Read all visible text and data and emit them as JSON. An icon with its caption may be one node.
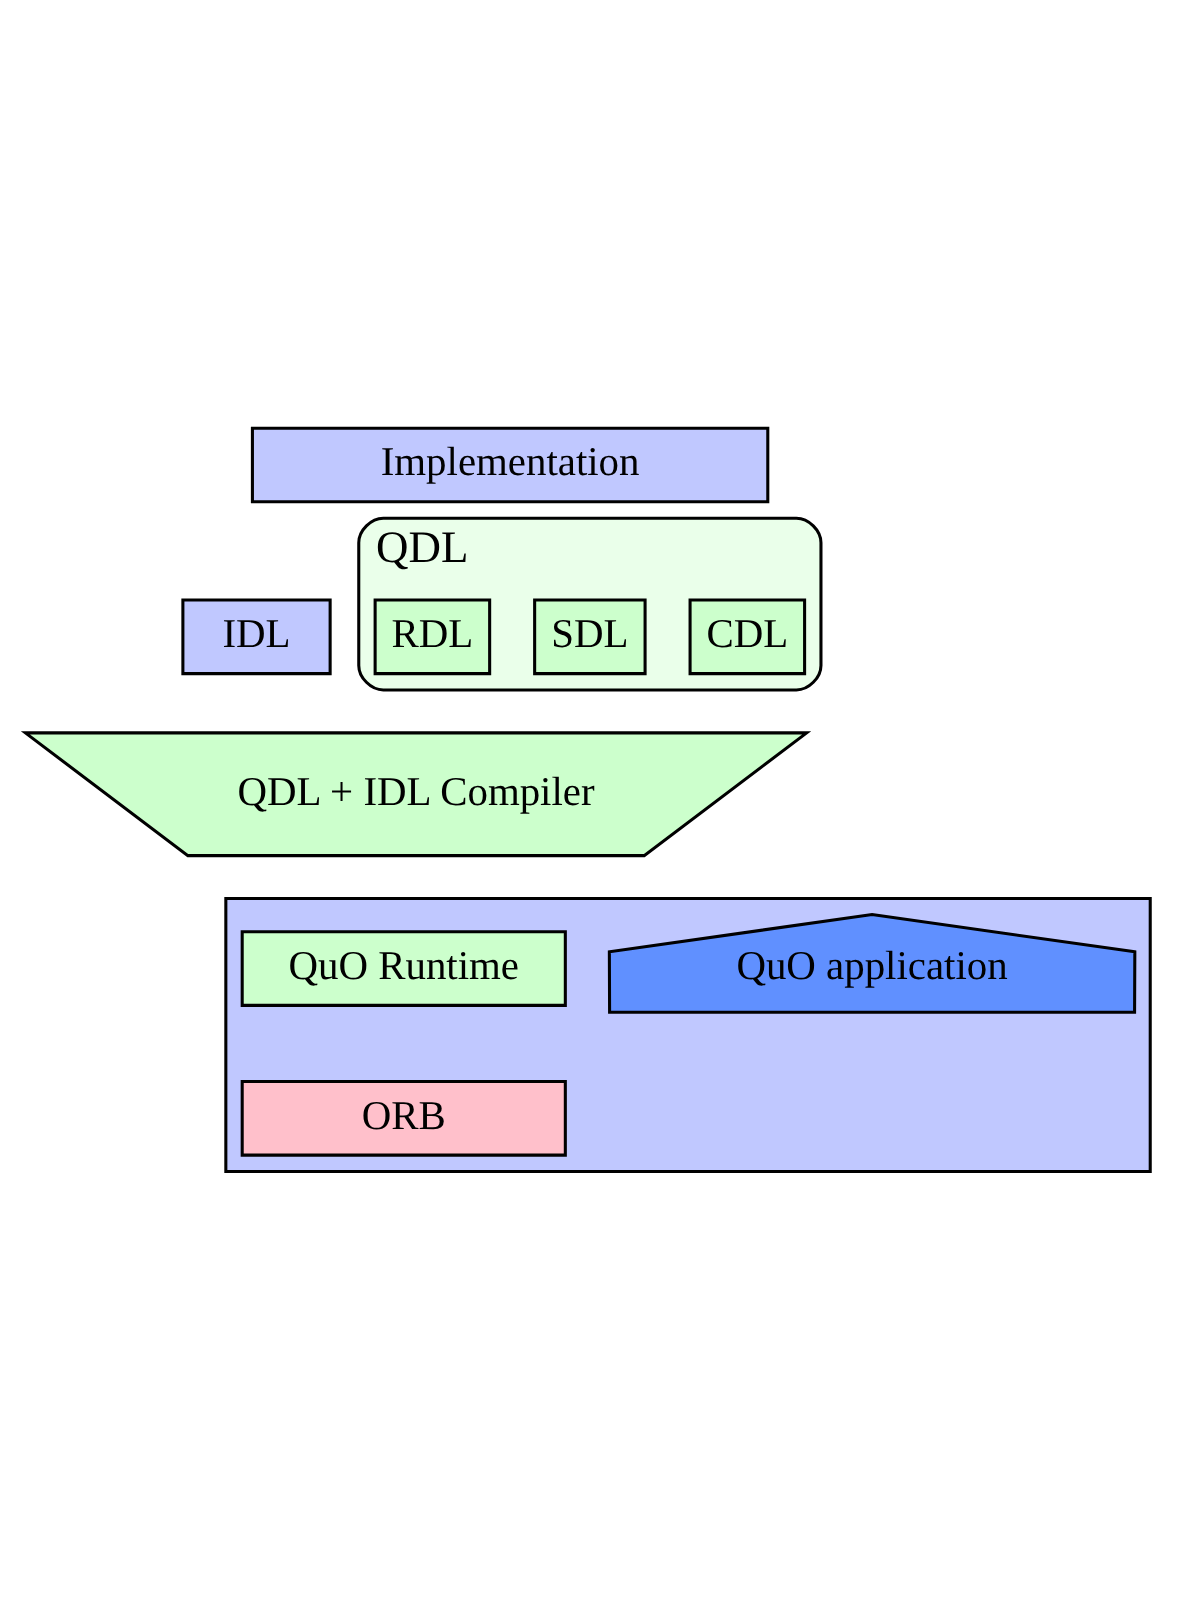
{
  "diagram": {
    "nodes": [
      {
        "text": [
          "Implementation"
        ]
      },
      {
        "text": [
          "IDL"
        ]
      },
      {
        "text": [
          "QDL"
        ]
      },
      {
        "text": [
          "CDL"
        ],
        "in": 2
      },
      {
        "text": [
          "SDL"
        ],
        "in": 2
      },
      {
        "text": [
          "RDL"
        ],
        "in": 2
      },
      {
        "text": [
          "QDL + IDL Compiler"
        ]
      },
      {
        "text": [],
        "shape": "box"
      },
      {
        "text": [
          "QuO application"
        ],
        "in": 7
      },
      {
        "text": [
          "QuO Runtime"
        ],
        "in": 7
      },
      {
        "text": [
          "ORB"
        ],
        "in": 7
      }
    ]
  }
}
